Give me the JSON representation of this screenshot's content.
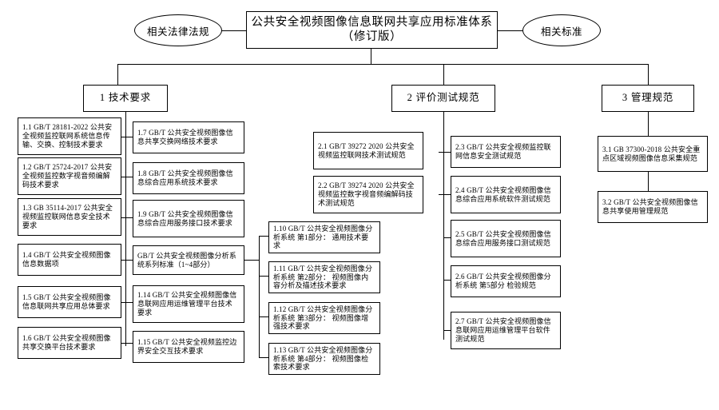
{
  "diagram": {
    "title": "公共安全视频图像信息联网共享应用标准体系（修订版）",
    "root": {
      "line1": "公共安全视频图像信息联网共享应用标准体系",
      "line2": "（修订版）"
    },
    "side_left": "相关法律法规",
    "side_right": "相关标准",
    "branches": [
      {
        "id": "b1",
        "label": "1  技术要求"
      },
      {
        "id": "b2",
        "label": "2  评价测试规范"
      },
      {
        "id": "b3",
        "label": "3  管理规范"
      }
    ],
    "tech_col1": [
      {
        "id": "1.1",
        "text": "1.1 GB/T 28181-2022 公共安全视频监控联网系统信息传输、交换、控制技术要求"
      },
      {
        "id": "1.2",
        "text": "1.2 GB/T 25724-2017 公共安全视频监控数字视音频编解码技术要求"
      },
      {
        "id": "1.3",
        "text": "1.3 GB 35114-2017 公共安全视频监控联网信息安全技术要求"
      },
      {
        "id": "1.4",
        "text": "1.4 GB/T 公共安全视频图像信息数据项"
      },
      {
        "id": "1.5",
        "text": "1.5 GB/T 公共安全视频图像信息联网共享应用总体要求"
      },
      {
        "id": "1.6",
        "text": "1.6 GB/T 公共安全视频图像共享交换平台技术要求"
      }
    ],
    "tech_col2": [
      {
        "id": "1.7",
        "text": "1.7 GB/T 公共安全视频图像信息共享交换网络技术要求"
      },
      {
        "id": "1.8",
        "text": "1.8 GB/T 公共安全视频图像信息综合应用系统技术要求"
      },
      {
        "id": "1.9",
        "text": "1.9 GB/T 公共安全视频图像信息综合应用服务接口技术要求"
      },
      {
        "id": "series",
        "text": "GB/T 公共安全视频图像分析系统系列标准（1~4部分）"
      },
      {
        "id": "1.14",
        "text": "1.14  GB/T 公共安全视频图像信息联网应用运维管理平台技术要求"
      },
      {
        "id": "1.15",
        "text": "1.15 GB/T 公共安全视频监控边界安全交互技术要求"
      }
    ],
    "tech_col3": [
      {
        "id": "1.10",
        "text": "1.10  GB/T 公共安全视频图像分析系统 第1部分： 通用技术要求"
      },
      {
        "id": "1.11",
        "text": "1.11  GB/T 公共安全视频图像分析系统 第2部分： 视频图像内容分析及描述技术要求"
      },
      {
        "id": "1.12",
        "text": "1.12  GB/T 公共安全视频图像分析系统 第3部分： 视频图像增强技术要求"
      },
      {
        "id": "1.13",
        "text": "1.13  GB/T 公共安全视频图像分析系统 第4部分： 视频图像检索技术要求"
      }
    ],
    "eval_col1": [
      {
        "id": "2.1",
        "text": "2.1 GB/T 39272 2020 公共安全视频监控联网技术测试规范"
      },
      {
        "id": "2.2",
        "text": "2.2 GB/T 39274 2020 公共安全视频监控数字视音频编解码技术测试规范"
      }
    ],
    "eval_col2": [
      {
        "id": "2.3",
        "text": "2.3 GB/T 公共安全视频监控联网信息安全测试规范"
      },
      {
        "id": "2.4",
        "text": "2.4 GB/T 公共安全视频图像信息综合应用系统软件测试规范"
      },
      {
        "id": "2.5",
        "text": "2.5 GB/T 公共安全视频图像信息综合应用服务接口测试规范"
      },
      {
        "id": "2.6",
        "text": "2.6 GB/T 公共安全视频图像分析系统 第5部分 检验规范"
      },
      {
        "id": "2.7",
        "text": "2.7 GB/T 公共安全视频图像信息联网应用运维管理平台软件测试规范"
      }
    ],
    "manage_col": [
      {
        "id": "3.1",
        "text": "3.1 GB 37300-2018 公共安全重点区域视频图像信息采集规范"
      },
      {
        "id": "3.2",
        "text": "3.2 GB/T 公共安全视频图像信息共享使用管理规范"
      }
    ]
  }
}
